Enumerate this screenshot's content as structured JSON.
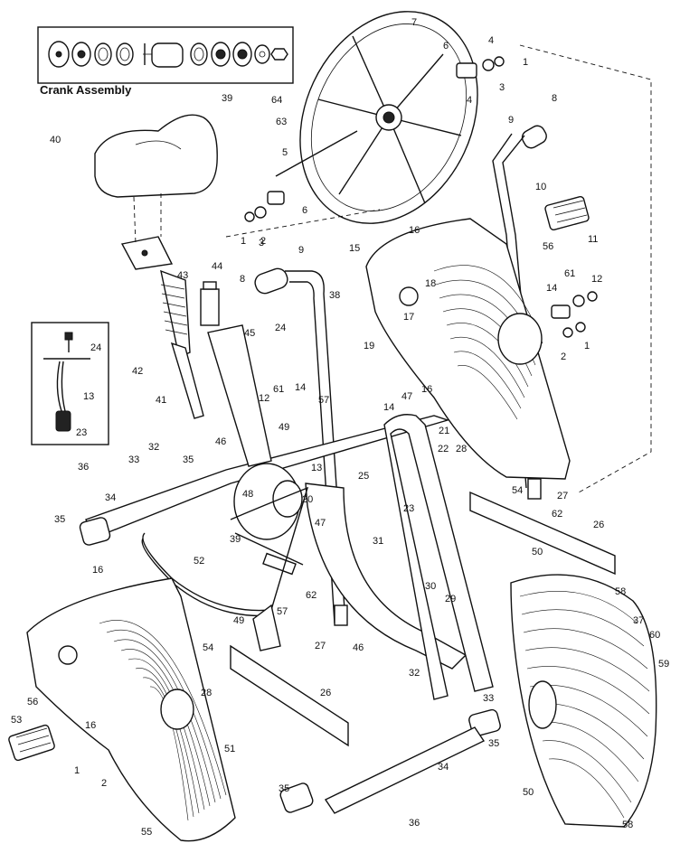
{
  "inset": {
    "title": "Crank Assembly",
    "number": "39"
  },
  "callouts": [
    {
      "id": "c1",
      "text": "1"
    },
    {
      "id": "c2",
      "text": "2"
    },
    {
      "id": "c3",
      "text": "3"
    },
    {
      "id": "c4",
      "text": "4"
    },
    {
      "id": "c5",
      "text": "5"
    },
    {
      "id": "c6",
      "text": "6"
    },
    {
      "id": "c6b",
      "text": "6"
    },
    {
      "id": "c7",
      "text": "7"
    },
    {
      "id": "c8",
      "text": "8"
    },
    {
      "id": "c8b",
      "text": "8"
    },
    {
      "id": "c9",
      "text": "9"
    },
    {
      "id": "c9b",
      "text": "9"
    },
    {
      "id": "c10",
      "text": "10"
    },
    {
      "id": "c11",
      "text": "11"
    },
    {
      "id": "c12",
      "text": "12"
    },
    {
      "id": "c12b",
      "text": "12"
    },
    {
      "id": "c13",
      "text": "13"
    },
    {
      "id": "c13b",
      "text": "13"
    },
    {
      "id": "c14",
      "text": "14"
    },
    {
      "id": "c14b",
      "text": "14"
    },
    {
      "id": "c14c",
      "text": "14"
    },
    {
      "id": "c15",
      "text": "15"
    },
    {
      "id": "c16",
      "text": "16"
    },
    {
      "id": "c16b",
      "text": "16"
    },
    {
      "id": "c16c",
      "text": "16"
    },
    {
      "id": "c16d",
      "text": "16"
    },
    {
      "id": "c17",
      "text": "17"
    },
    {
      "id": "c18",
      "text": "18"
    },
    {
      "id": "c19",
      "text": "19"
    },
    {
      "id": "c20",
      "text": "20"
    },
    {
      "id": "c21",
      "text": "21"
    },
    {
      "id": "c22",
      "text": "22"
    },
    {
      "id": "c23",
      "text": "23"
    },
    {
      "id": "c23b",
      "text": "23"
    },
    {
      "id": "c24",
      "text": "24"
    },
    {
      "id": "c24b",
      "text": "24"
    },
    {
      "id": "c25",
      "text": "25"
    },
    {
      "id": "c26",
      "text": "26"
    },
    {
      "id": "c26b",
      "text": "26"
    },
    {
      "id": "c27",
      "text": "27"
    },
    {
      "id": "c27b",
      "text": "27"
    },
    {
      "id": "c28",
      "text": "28"
    },
    {
      "id": "c28b",
      "text": "28"
    },
    {
      "id": "c29",
      "text": "29"
    },
    {
      "id": "c30",
      "text": "30"
    },
    {
      "id": "c31",
      "text": "31"
    },
    {
      "id": "c32",
      "text": "32"
    },
    {
      "id": "c32b",
      "text": "32"
    },
    {
      "id": "c33",
      "text": "33"
    },
    {
      "id": "c33b",
      "text": "33"
    },
    {
      "id": "c34",
      "text": "34"
    },
    {
      "id": "c34b",
      "text": "34"
    },
    {
      "id": "c35",
      "text": "35"
    },
    {
      "id": "c35b",
      "text": "35"
    },
    {
      "id": "c35c",
      "text": "35"
    },
    {
      "id": "c35d",
      "text": "35"
    },
    {
      "id": "c36",
      "text": "36"
    },
    {
      "id": "c36b",
      "text": "36"
    },
    {
      "id": "c37",
      "text": "37"
    },
    {
      "id": "c38",
      "text": "38"
    },
    {
      "id": "c39",
      "text": "39"
    },
    {
      "id": "c40",
      "text": "40"
    },
    {
      "id": "c41",
      "text": "41"
    },
    {
      "id": "c42",
      "text": "42"
    },
    {
      "id": "c43",
      "text": "43"
    },
    {
      "id": "c44",
      "text": "44"
    },
    {
      "id": "c45",
      "text": "45"
    },
    {
      "id": "c46",
      "text": "46"
    },
    {
      "id": "c46b",
      "text": "46"
    },
    {
      "id": "c47",
      "text": "47"
    },
    {
      "id": "c47b",
      "text": "47"
    },
    {
      "id": "c48",
      "text": "48"
    },
    {
      "id": "c49",
      "text": "49"
    },
    {
      "id": "c49b",
      "text": "49"
    },
    {
      "id": "c50",
      "text": "50"
    },
    {
      "id": "c50b",
      "text": "50"
    },
    {
      "id": "c51",
      "text": "51"
    },
    {
      "id": "c52",
      "text": "52"
    },
    {
      "id": "c53",
      "text": "53"
    },
    {
      "id": "c54",
      "text": "54"
    },
    {
      "id": "c54b",
      "text": "54"
    },
    {
      "id": "c55",
      "text": "55"
    },
    {
      "id": "c56",
      "text": "56"
    },
    {
      "id": "c56b",
      "text": "56"
    },
    {
      "id": "c57",
      "text": "57"
    },
    {
      "id": "c57b",
      "text": "57"
    },
    {
      "id": "c58",
      "text": "58"
    },
    {
      "id": "c58b",
      "text": "58"
    },
    {
      "id": "c59",
      "text": "59"
    },
    {
      "id": "c60",
      "text": "60"
    },
    {
      "id": "c61",
      "text": "61"
    },
    {
      "id": "c61b",
      "text": "61"
    },
    {
      "id": "c62",
      "text": "62"
    },
    {
      "id": "c62b",
      "text": "62"
    },
    {
      "id": "c63",
      "text": "63"
    },
    {
      "id": "c64",
      "text": "64"
    },
    {
      "id": "c1b",
      "text": "1"
    },
    {
      "id": "c1c",
      "text": "1"
    },
    {
      "id": "c1d",
      "text": "1"
    },
    {
      "id": "c2b",
      "text": "2"
    },
    {
      "id": "c2c",
      "text": "2"
    },
    {
      "id": "c3b",
      "text": "3"
    },
    {
      "id": "c4b",
      "text": "4"
    }
  ]
}
